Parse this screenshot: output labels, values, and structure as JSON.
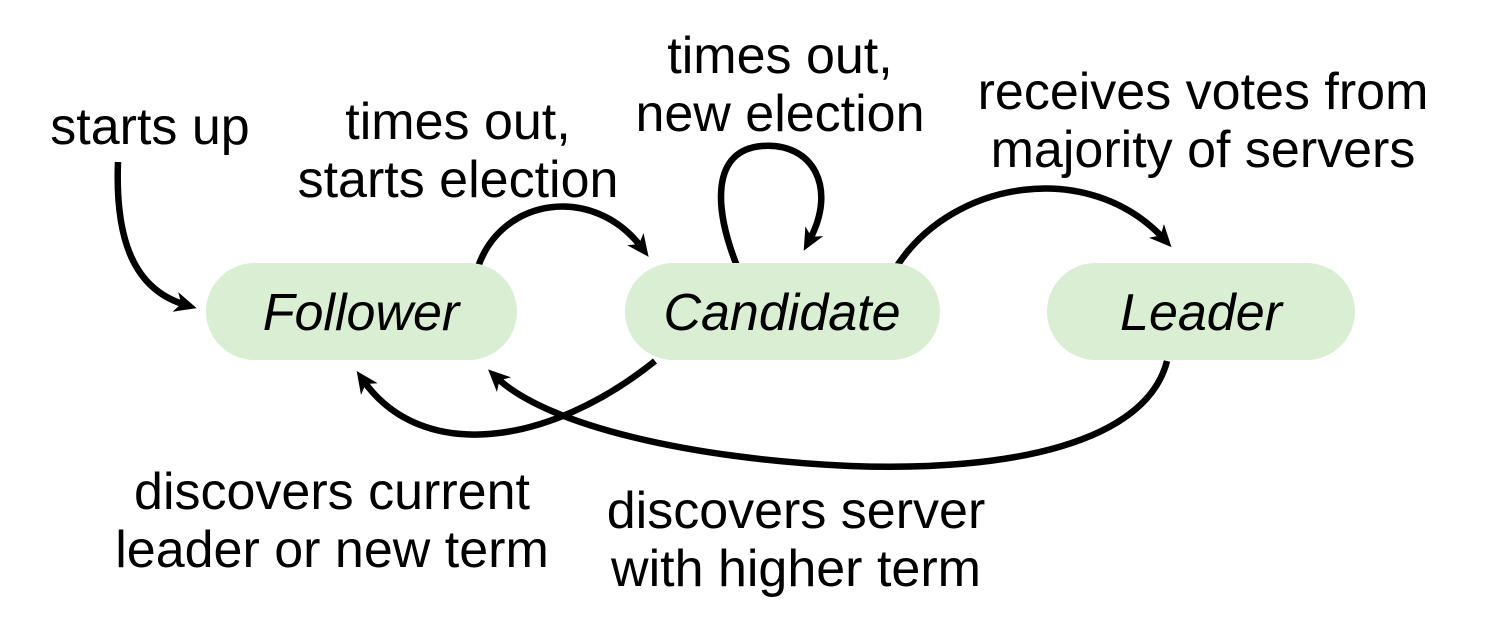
{
  "colors": {
    "background": "#ffffff",
    "state_fill": "#d9eed3",
    "stroke": "#000000"
  },
  "states": [
    {
      "id": "follower",
      "label": "Follower"
    },
    {
      "id": "candidate",
      "label": "Candidate"
    },
    {
      "id": "leader",
      "label": "Leader"
    }
  ],
  "transitions": [
    {
      "id": "startup",
      "from": "start",
      "to": "follower",
      "lines": [
        "starts up"
      ]
    },
    {
      "id": "follower-to-candidate",
      "from": "follower",
      "to": "candidate",
      "lines": [
        "times out,",
        "starts election"
      ]
    },
    {
      "id": "candidate-self-loop",
      "from": "candidate",
      "to": "candidate",
      "lines": [
        "times out,",
        "new election"
      ]
    },
    {
      "id": "candidate-to-leader",
      "from": "candidate",
      "to": "leader",
      "lines": [
        "receives votes from",
        "majority of servers"
      ]
    },
    {
      "id": "candidate-to-follower",
      "from": "candidate",
      "to": "follower",
      "lines": [
        "discovers current",
        "leader or new term"
      ]
    },
    {
      "id": "leader-to-follower",
      "from": "leader",
      "to": "follower",
      "lines": [
        "discovers server",
        "with higher term"
      ]
    }
  ]
}
